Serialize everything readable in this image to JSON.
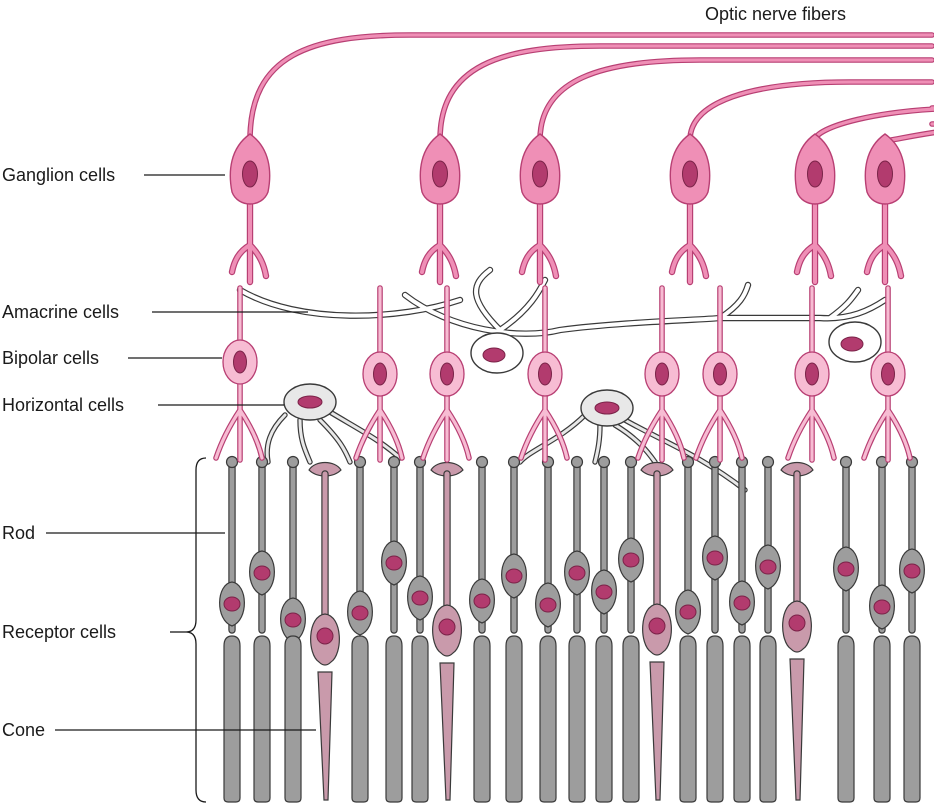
{
  "labels": {
    "optic_nerve_fibers": "Optic nerve fibers",
    "ganglion_cells": "Ganglion cells",
    "amacrine_cells": "Amacrine cells",
    "bipolar_cells": "Bipolar cells",
    "horizontal_cells": "Horizontal cells",
    "rod": "Rod",
    "receptor_cells": "Receptor cells",
    "cone": "Cone"
  },
  "colors": {
    "ganglion_fill": "#ef8fb6",
    "ganglion_stroke": "#b83f73",
    "nucleus": "#b23b6e",
    "bipolar_fill": "#f7bcd3",
    "amacrine_fill": "#ffffff",
    "horizontal_fill": "#e8e8e8",
    "rod_fill": "#9d9d9d",
    "cone_fill": "#c99aab",
    "outline": "#3a3a3a"
  }
}
